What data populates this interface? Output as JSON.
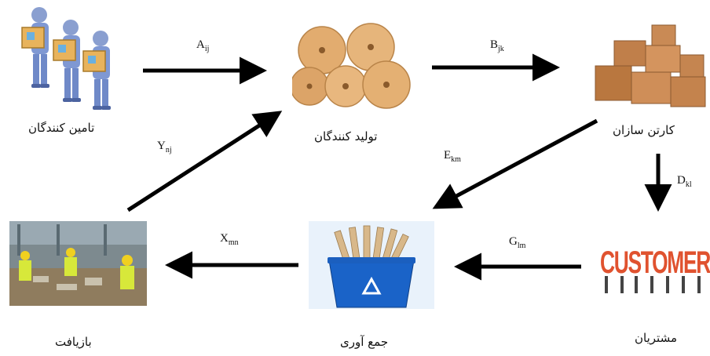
{
  "nodes": {
    "suppliers": "تامین کنندگان",
    "producers": "تولید کنندگان",
    "carton_makers": "کارتن سازان",
    "customers": "مشتریان",
    "collection": "جمع آوری",
    "recycling": "بازیافت"
  },
  "edges": {
    "A": {
      "main": "A",
      "sub": "ij"
    },
    "B": {
      "main": "B",
      "sub": "jk"
    },
    "D": {
      "main": "D",
      "sub": "kl"
    },
    "E": {
      "main": "E",
      "sub": "km"
    },
    "G": {
      "main": "G",
      "sub": "lm"
    },
    "X": {
      "main": "X",
      "sub": "mn"
    },
    "Y": {
      "main": "Y",
      "sub": "nj"
    }
  },
  "images": {
    "customers_word": "CUSTOMER"
  }
}
